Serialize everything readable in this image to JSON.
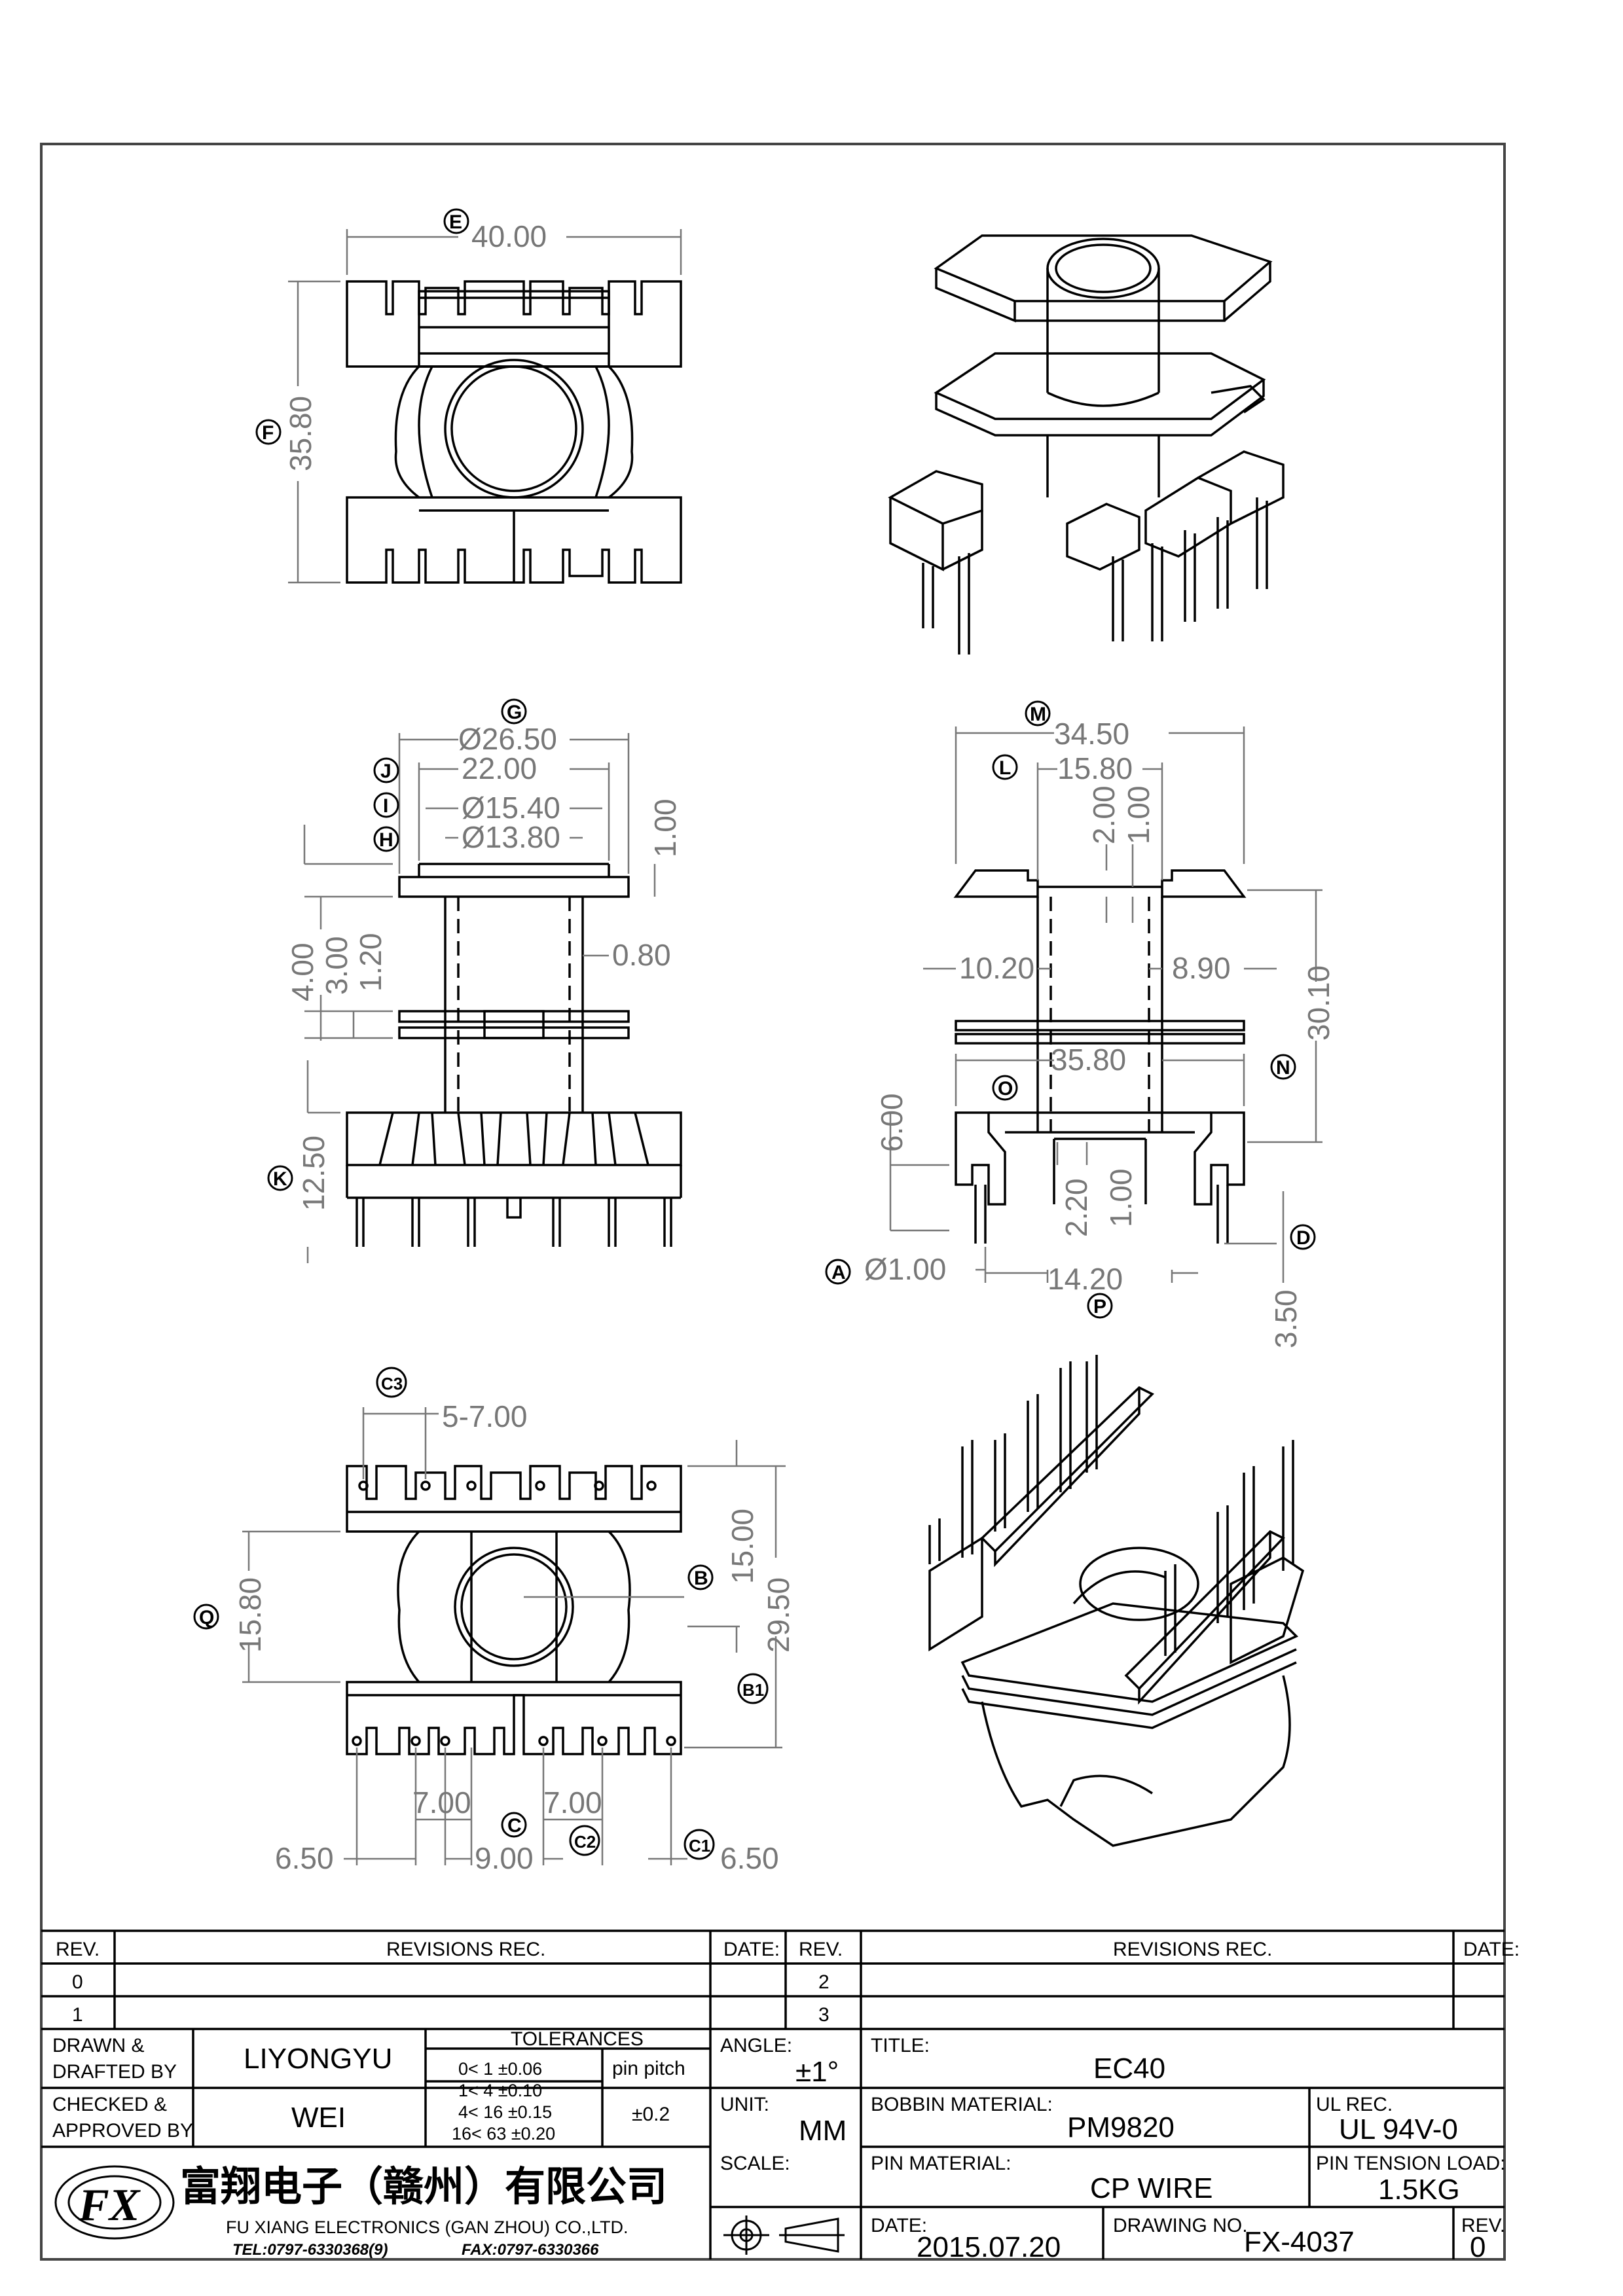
{
  "views": {
    "top": {
      "dims": [
        "40.00",
        "35.80"
      ],
      "markers": [
        "E",
        "F"
      ]
    },
    "front": {
      "dims": [
        "Ø26.50",
        "22.00",
        "Ø15.40",
        "Ø13.80",
        "1.00",
        "4.00",
        "3.00",
        "1.20",
        "0.80",
        "12.50"
      ],
      "markers": [
        "G",
        "J",
        "I",
        "H",
        "K"
      ]
    },
    "side": {
      "dims": [
        "34.50",
        "15.80",
        "2.00",
        "1.00",
        "10.20",
        "8.90",
        "30.10",
        "35.80",
        "6.00",
        "2.20",
        "1.00",
        "Ø1.00",
        "14.20",
        "3.50"
      ],
      "markers": [
        "M",
        "L",
        "N",
        "O",
        "A",
        "D",
        "P"
      ]
    },
    "bottom": {
      "dims": [
        "5-7.00",
        "15.00",
        "15.80",
        "29.50",
        "7.00",
        "7.00",
        "6.50",
        "9.00",
        "6.50"
      ],
      "markers": [
        "C3",
        "B",
        "Q",
        "B1",
        "C",
        "C2",
        "C1"
      ]
    }
  },
  "title_block": {
    "rev_header": "REV.",
    "revisions_header": "REVISIONS   REC.",
    "date_header": "DATE:",
    "rev_rows_left": [
      "0",
      "1"
    ],
    "rev_rows_right": [
      "2",
      "3"
    ],
    "drawn_label_1": "DRAWN &",
    "drawn_label_2": "DRAFTED BY",
    "drawn_value": "LIYONGYU",
    "checked_label_1": "CHECKED &",
    "checked_label_2": "APPROVED BY",
    "checked_value": "WEI",
    "tolerances_label": "TOLERANCES",
    "tolerance_rows": [
      "0<  1   ±0.06",
      "1<  4   ±0.10",
      "4<  16  ±0.15",
      "16<  63  ±0.20"
    ],
    "pin_pitch_label": "pin pitch",
    "pin_pitch_value": "±0.2",
    "angle_label": "ANGLE:",
    "angle_value": "±1°",
    "unit_label": "UNIT:",
    "unit_value": "MM",
    "scale_label": "SCALE:",
    "title_label": "TITLE:",
    "title_value": "EC40",
    "bobbin_label": "BOBBIN MATERIAL:",
    "bobbin_value": "PM9820",
    "ul_label": "UL REC.",
    "ul_value": "UL 94V-0",
    "pin_material_label": "PIN MATERIAL:",
    "pin_material_value": "CP WIRE",
    "pin_tension_label": "PIN TENSION LOAD:",
    "pin_tension_value": "1.5KG",
    "date_label": "DATE:",
    "date_value": "2015.07.20",
    "drawing_no_label": "DRAWING NO.",
    "drawing_no_value": "FX-4037",
    "rev_label": "REV.",
    "rev_value": "0",
    "company_cn": "富翔电子（赣州）有限公司",
    "company_en": "FU XIANG ELECTRONICS (GAN ZHOU) CO.,LTD.",
    "tel": "TEL:0797-6330368(9)",
    "fax": "FAX:0797-6330366",
    "logo_text": "FX"
  }
}
